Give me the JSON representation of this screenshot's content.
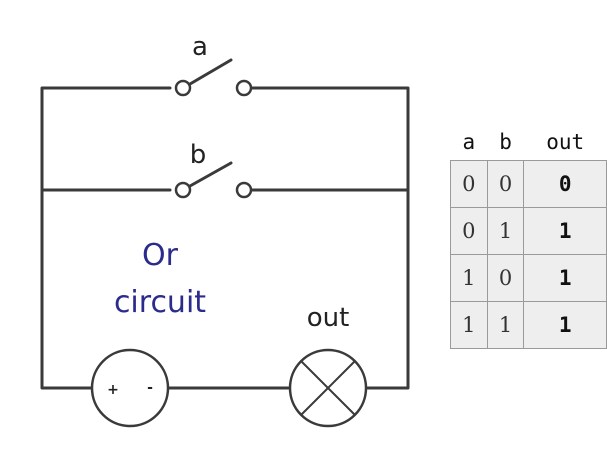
{
  "diagram": {
    "switch_a_label": "a",
    "switch_b_label": "b",
    "title_line1": "Or",
    "title_line2": "circuit",
    "lamp_label": "out",
    "battery_plus": "+",
    "battery_minus": "-",
    "title_color": "#2b2b8c"
  },
  "truth_table": {
    "headers": [
      "a",
      "b",
      "out"
    ],
    "rows": [
      [
        "0",
        "0",
        "0"
      ],
      [
        "0",
        "1",
        "1"
      ],
      [
        "1",
        "0",
        "1"
      ],
      [
        "1",
        "1",
        "1"
      ]
    ]
  }
}
